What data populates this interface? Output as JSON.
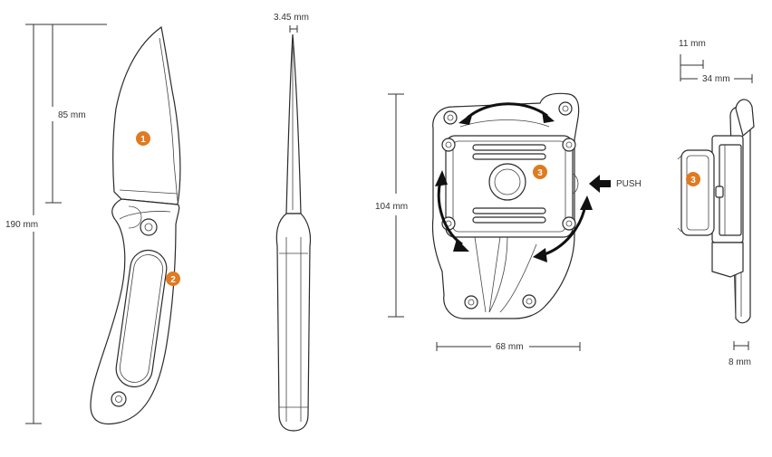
{
  "dimensions": {
    "blade_length": "85 mm",
    "overall_length": "190 mm",
    "blade_thickness": "3.45 mm",
    "sheath_height": "104 mm",
    "sheath_width": "68 mm",
    "clip_gap": "11 mm",
    "sheath_depth": "34 mm",
    "clip_width": "8 mm"
  },
  "labels": {
    "push": "PUSH"
  },
  "callouts": {
    "blade": "1",
    "handle": "2",
    "sheath_front": "3",
    "sheath_side": "3"
  },
  "colors": {
    "callout": "#e07a20",
    "line": "#333333"
  }
}
